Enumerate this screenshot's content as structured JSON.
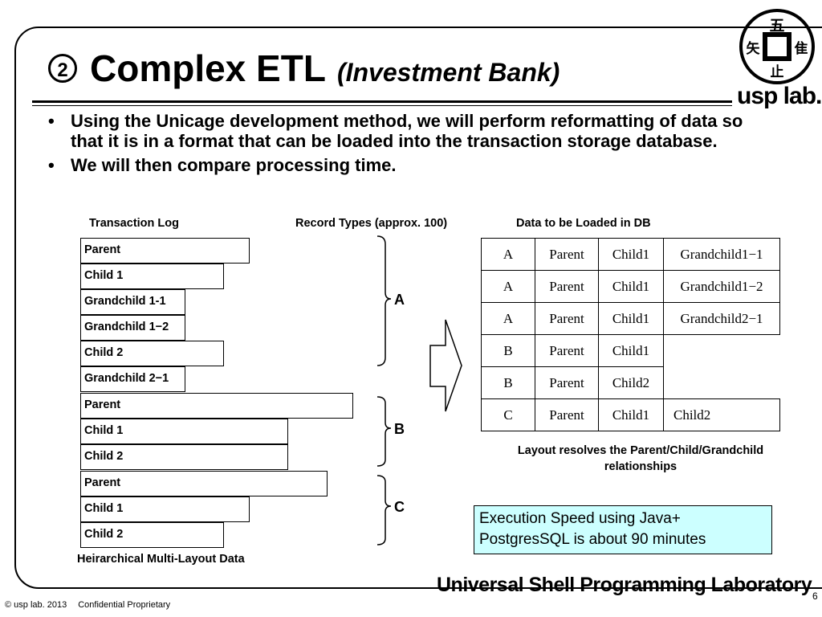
{
  "title": {
    "number": "2",
    "main": "Complex ETL",
    "sub": "(Investment Bank)"
  },
  "logo": {
    "top_char": "五",
    "left_char": "矢",
    "right_char": "隹",
    "bottom_char": "止",
    "text": "usp lab."
  },
  "bullets": [
    "Using the Unicage development method, we will perform reformatting of data so that it is in a format that can be loaded into the transaction storage database.",
    "We will then compare processing time."
  ],
  "bullet_char": "•",
  "labels": {
    "transaction_log": "Transaction Log",
    "record_types": "Record Types (approx. 100)",
    "data_to_load": "Data to be Loaded in DB",
    "multilayout": "Heirarchical Multi-Layout Data"
  },
  "records": [
    "Parent",
    "Child 1",
    "Grandchild 1-1",
    "Grandchild 1−2",
    "Child 2",
    "Grandchild 2−1",
    "Parent",
    "Child 1",
    "Child 2",
    "Parent",
    "Child 1",
    "Child 2"
  ],
  "groups": [
    "A",
    "B",
    "C"
  ],
  "table": [
    [
      "A",
      "Parent",
      "Child1",
      "Grandchild1−1"
    ],
    [
      "A",
      "Parent",
      "Child1",
      "Grandchild1−2"
    ],
    [
      "A",
      "Parent",
      "Child1",
      "Grandchild2−1"
    ],
    [
      "B",
      "Parent",
      "Child1"
    ],
    [
      "B",
      "Parent",
      "Child2"
    ],
    [
      "C",
      "Parent",
      "Child1",
      "Child2"
    ]
  ],
  "caption": "Layout resolves the Parent/Child/Grandchild relationships",
  "speed_box": {
    "line1": "Execution Speed using Java+",
    "line2": "PostgresSQL is about 90 minutes",
    "bg_color": "#ccffff"
  },
  "footer": {
    "brand": "Universal Shell Programming Laboratory",
    "copyright": "© usp lab. 2013",
    "confidential": "Confidential Proprietary",
    "page": "6"
  }
}
